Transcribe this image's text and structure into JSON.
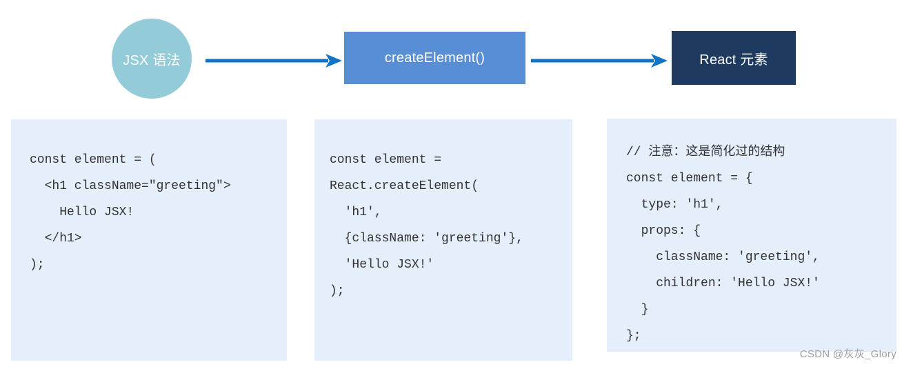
{
  "flow": {
    "nodes": [
      {
        "label": "JSX 语法",
        "shape": "circle",
        "color": "#94CBD9",
        "text_color": "#FFFFFF"
      },
      {
        "label": "createElement()",
        "shape": "rect",
        "color": "#588ED6",
        "text_color": "#FFFFFF"
      },
      {
        "label": "React 元素",
        "shape": "rect",
        "color": "#1E3A61",
        "text_color": "#FFFFFF"
      }
    ],
    "arrow_color": "#1374C6"
  },
  "panels": [
    {
      "code": "const element = (\n  <h1 className=\"greeting\">\n    Hello JSX!\n  </h1>\n);"
    },
    {
      "code": "const element =\nReact.createElement(\n  'h1',\n  {className: 'greeting'},\n  'Hello JSX!'\n);"
    },
    {
      "code": "// 注意：这是简化过的结构\nconst element = {\n  type: 'h1',\n  props: {\n    className: 'greeting',\n    children: 'Hello JSX!'\n  }\n};"
    }
  ],
  "colors": {
    "panel_bg": "#E5EEFB",
    "code_text": "#333333",
    "watermark_text": "#9E9E9E",
    "background": "#FFFFFF"
  },
  "watermark": "CSDN @灰灰_Glory"
}
